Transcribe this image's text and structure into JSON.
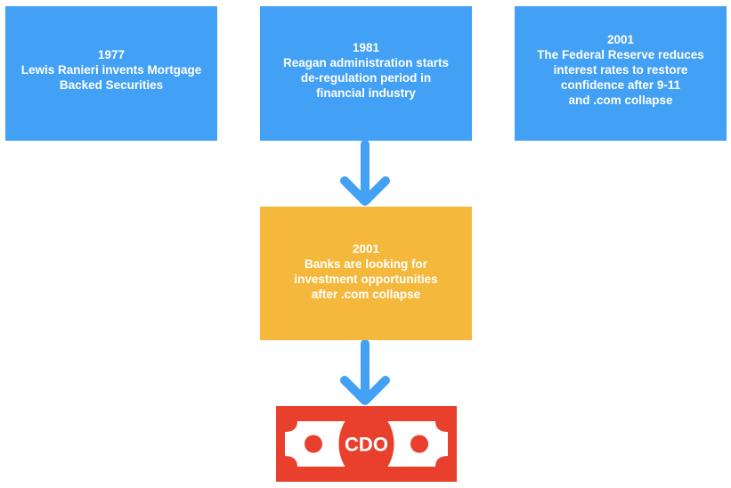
{
  "boxes": {
    "b1977": {
      "year": "1977",
      "lines": [
        "Lewis Ranieri invents Mortgage",
        "Backed Securities"
      ]
    },
    "b1981": {
      "year": "1981",
      "lines": [
        "Reagan administration starts",
        "de-regulation period in",
        "financial industry"
      ]
    },
    "b2001_fed": {
      "year": "2001",
      "lines": [
        "The Federal Reserve reduces",
        "interest rates to restore",
        "confidence after 9-11",
        "and .com collapse"
      ]
    },
    "b2001_banks": {
      "year": "2001",
      "lines": [
        "Banks are looking for",
        "investment opportunities",
        "after .com collapse"
      ]
    }
  },
  "bill": {
    "label": "CDO"
  },
  "colors": {
    "blue_box": "#42a0f5",
    "gold_box": "#f4b93c",
    "arrow": "#42a0f5",
    "bill_red": "#e8402c",
    "bill_white": "#ffffff"
  }
}
